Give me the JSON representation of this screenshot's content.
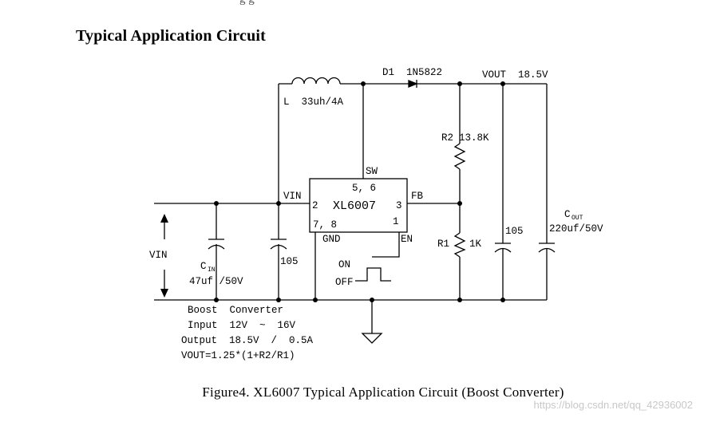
{
  "header": {
    "fragment": "g                                g",
    "title": "Typical  Application  Circuit"
  },
  "labels": {
    "inductor": "L  33uh/4A",
    "diode": "D1  1N5822",
    "vout": "VOUT  18.5V",
    "r2": "R2",
    "r2_value": "13.8K",
    "r1": "R1",
    "r1_value": "1K",
    "c105_right": "105",
    "cout_main": "C",
    "cout_sub": "OUT",
    "cout_value": "220uf/50V",
    "cin_main": "C",
    "cin_sub": "IN",
    "cin_value": "47uf /50V",
    "c105_left": "105",
    "vin_arrow": "VIN",
    "on": "ON",
    "off": "OFF"
  },
  "ic": {
    "name": "XL6007",
    "pin_sw": "SW",
    "pin_sw_num": "5, 6",
    "pin_vin": "VIN",
    "pin_vin_num": "2",
    "pin_fb": "FB",
    "pin_fb_num": "3",
    "pin_gnd_num": "7, 8",
    "pin_gnd": "GND",
    "pin_en_num": "1",
    "pin_en": "EN"
  },
  "notes": {
    "line1": "Boost  Converter",
    "line2": "Input  12V  ~  16V",
    "line3": "Output  18.5V  /  0.5A",
    "line4": "VOUT=1.25*(1+R2/R1)"
  },
  "caption": "Figure4.  XL6007  Typical  Application  Circuit  (Boost  Converter)",
  "watermark": "https://blog.csdn.net/qq_42936002"
}
